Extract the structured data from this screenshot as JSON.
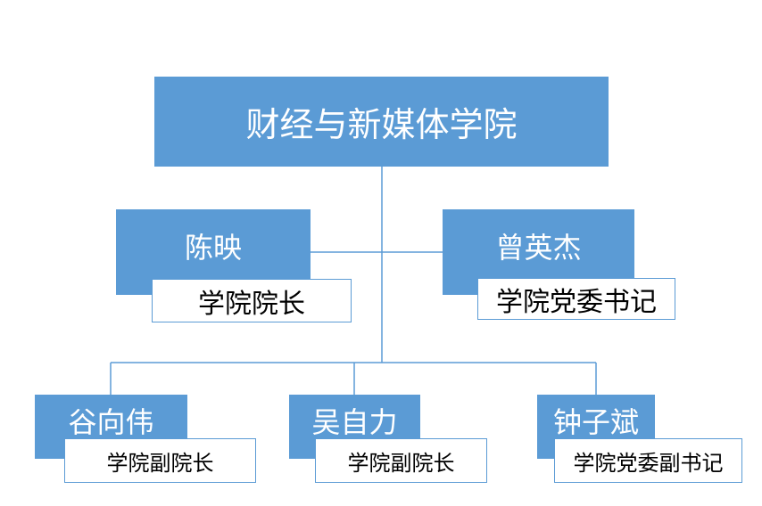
{
  "org": {
    "title": "财经与新媒体学院",
    "members": [
      {
        "name": "陈映",
        "role": "学院院长"
      },
      {
        "name": "曾英杰",
        "role": "学院党委书记"
      },
      {
        "name": "谷向伟",
        "role": "学院副院长"
      },
      {
        "name": "吴自力",
        "role": "学院副院长"
      },
      {
        "name": "钟子斌",
        "role": "学院党委副书记"
      }
    ]
  },
  "colors": {
    "box": "#5b9bd5",
    "line": "#5b9bd5"
  }
}
